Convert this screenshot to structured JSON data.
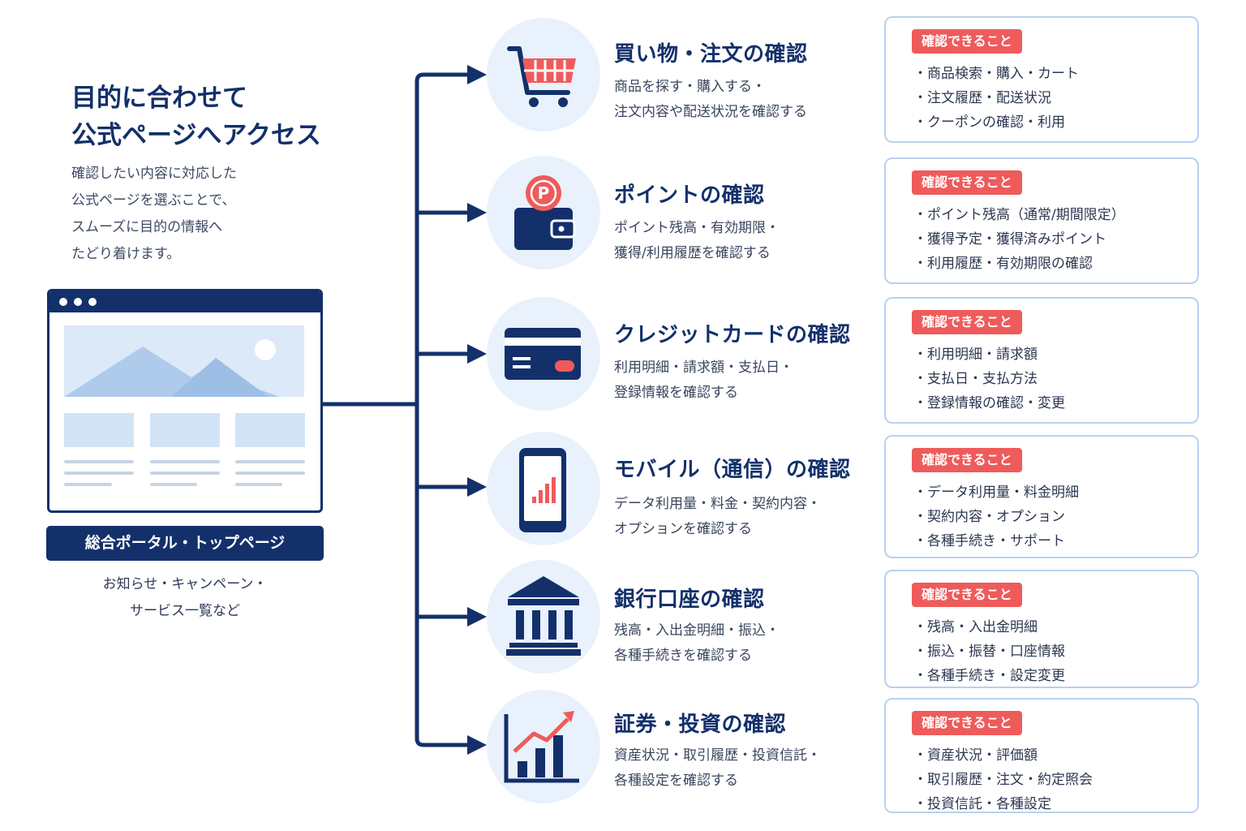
{
  "heading": {
    "line1": "目的に合わせて",
    "line2": "公式ページへアクセス"
  },
  "intro": [
    "確認したい内容に対応した",
    "公式ページを選ぶことで、",
    "スムーズに目的の情報へ",
    "たどり着けます。"
  ],
  "portal": {
    "label": "総合ポータル・トップページ",
    "sub1": "お知らせ・キャンペーン・",
    "sub2": "サービス一覧など"
  },
  "badge_label": "確認できること",
  "categories": [
    {
      "icon": "shopping-cart-icon",
      "title": "買い物・注文の確認",
      "desc": [
        "商品を探す・購入する・",
        "注文内容や配送状況を確認する"
      ],
      "items": [
        "商品検索・購入・カート",
        "注文履歴・配送状況",
        "クーポンの確認・利用"
      ]
    },
    {
      "icon": "point-wallet-icon",
      "title": "ポイントの確認",
      "desc": [
        "ポイント残高・有効期限・",
        "獲得/利用履歴を確認する"
      ],
      "items": [
        "ポイント残高（通常/期間限定）",
        "獲得予定・獲得済みポイント",
        "利用履歴・有効期限の確認"
      ]
    },
    {
      "icon": "credit-card-icon",
      "title": "クレジットカードの確認",
      "desc": [
        "利用明細・請求額・支払日・",
        "登録情報を確認する"
      ],
      "items": [
        "利用明細・請求額",
        "支払日・支払方法",
        "登録情報の確認・変更"
      ]
    },
    {
      "icon": "smartphone-icon",
      "title": "モバイル（通信）の確認",
      "desc": [
        "データ利用量・料金・契約内容・",
        "オプションを確認する"
      ],
      "items": [
        "データ利用量・料金明細",
        "契約内容・オプション",
        "各種手続き・サポート"
      ]
    },
    {
      "icon": "bank-icon",
      "title": "銀行口座の確認",
      "desc": [
        "残高・入出金明細・振込・",
        "各種手続きを確認する"
      ],
      "items": [
        "残高・入出金明細",
        "振込・振替・口座情報",
        "各種手続き・設定変更"
      ]
    },
    {
      "icon": "growth-chart-icon",
      "title": "証券・投資の確認",
      "desc": [
        "資産状況・取引履歴・投資信託・",
        "各種設定を確認する"
      ],
      "items": [
        "資産状況・評価額",
        "取引履歴・注文・約定照会",
        "投資信託・各種設定"
      ]
    }
  ],
  "colors": {
    "navy": "#13306b",
    "accent": "#ef5b5b",
    "circle_bg": "#e8f1fc",
    "box_border": "#b9d1ee"
  }
}
